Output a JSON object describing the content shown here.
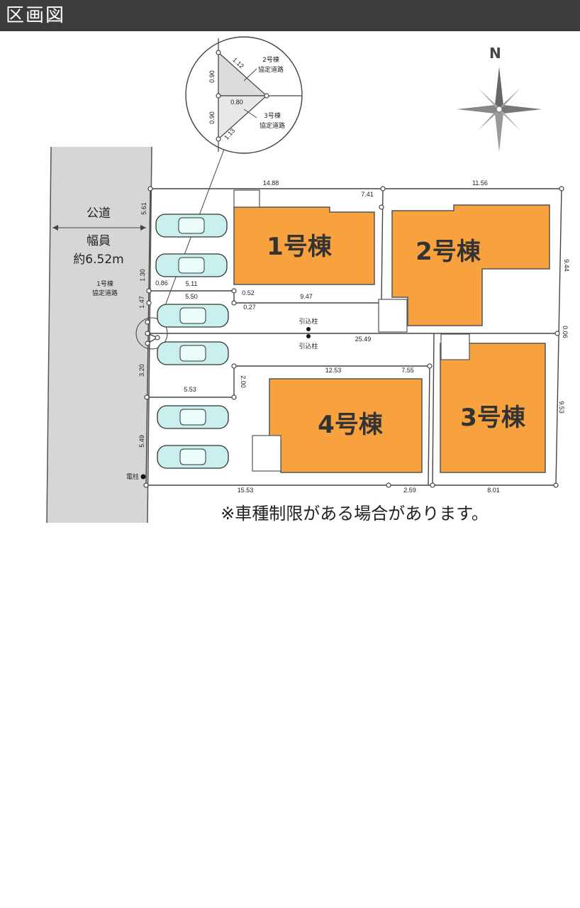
{
  "header": {
    "title": "区画図"
  },
  "compass": {
    "label": "N"
  },
  "road": {
    "name": "公道",
    "width_label": "幅員",
    "width_value": "約6.52m"
  },
  "buildings": [
    {
      "id": "b1",
      "label": "1号棟"
    },
    {
      "id": "b2",
      "label": "2号棟"
    },
    {
      "id": "b3",
      "label": "3号棟"
    },
    {
      "id": "b4",
      "label": "4号棟"
    }
  ],
  "inset": {
    "label_2_line1": "2号棟",
    "label_2_line2": "協定道路",
    "label_3_line1": "3号棟",
    "label_3_line2": "協定道路",
    "dims": {
      "top_edge": "1.12",
      "left_upper": "0.90",
      "mid": "0.80",
      "left_lower": "0.90",
      "bottom_edge": "1.13"
    }
  },
  "agreement_road_1": {
    "line1": "1号棟",
    "line2": "協定道路"
  },
  "poles": {
    "service_pole": "引込柱",
    "utility_pole": "電柱"
  },
  "dims": {
    "d_1488": "14.88",
    "d_1156": "11.56",
    "d_741": "7.41",
    "d_561": "5.61",
    "d_944": "9.44",
    "d_130": "1.30",
    "d_086": "0.86",
    "d_511": "5.11",
    "d_550": "5.50",
    "d_052": "0.52",
    "d_947": "9.47",
    "d_147": "1.47",
    "d_027": "0.27",
    "d_2549": "25.49",
    "d_006": "0.06",
    "d_320": "3.20",
    "d_1253": "12.53",
    "d_755": "7.55",
    "d_200": "2.00",
    "d_553": "5.53",
    "d_953": "9.53",
    "d_549": "5.49",
    "d_1553": "15.53",
    "d_259": "2.59",
    "d_801": "8.01"
  },
  "note": "※車種制限がある場合があります。",
  "colors": {
    "building": "#f7a23e",
    "car": "#c9f0ee",
    "road": "#d6d6d6",
    "header": "#3c3c3c"
  }
}
